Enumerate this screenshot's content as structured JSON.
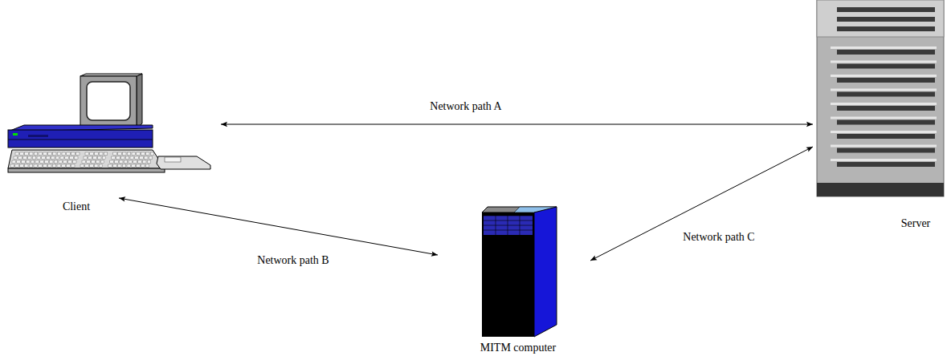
{
  "diagram": {
    "nodes": [
      {
        "text": [
          "Client"
        ]
      },
      {
        "text": [
          "Server"
        ]
      },
      {
        "text": [
          "MITM computer"
        ]
      }
    ],
    "edges": [
      {
        "from": 0,
        "to": 1,
        "arrow": "both",
        "label": "Network path A"
      },
      {
        "from": 0,
        "to": 2,
        "arrow": "both",
        "label": "Network path B"
      },
      {
        "from": 2,
        "to": 1,
        "arrow": "both",
        "label": "Network path C"
      }
    ]
  }
}
